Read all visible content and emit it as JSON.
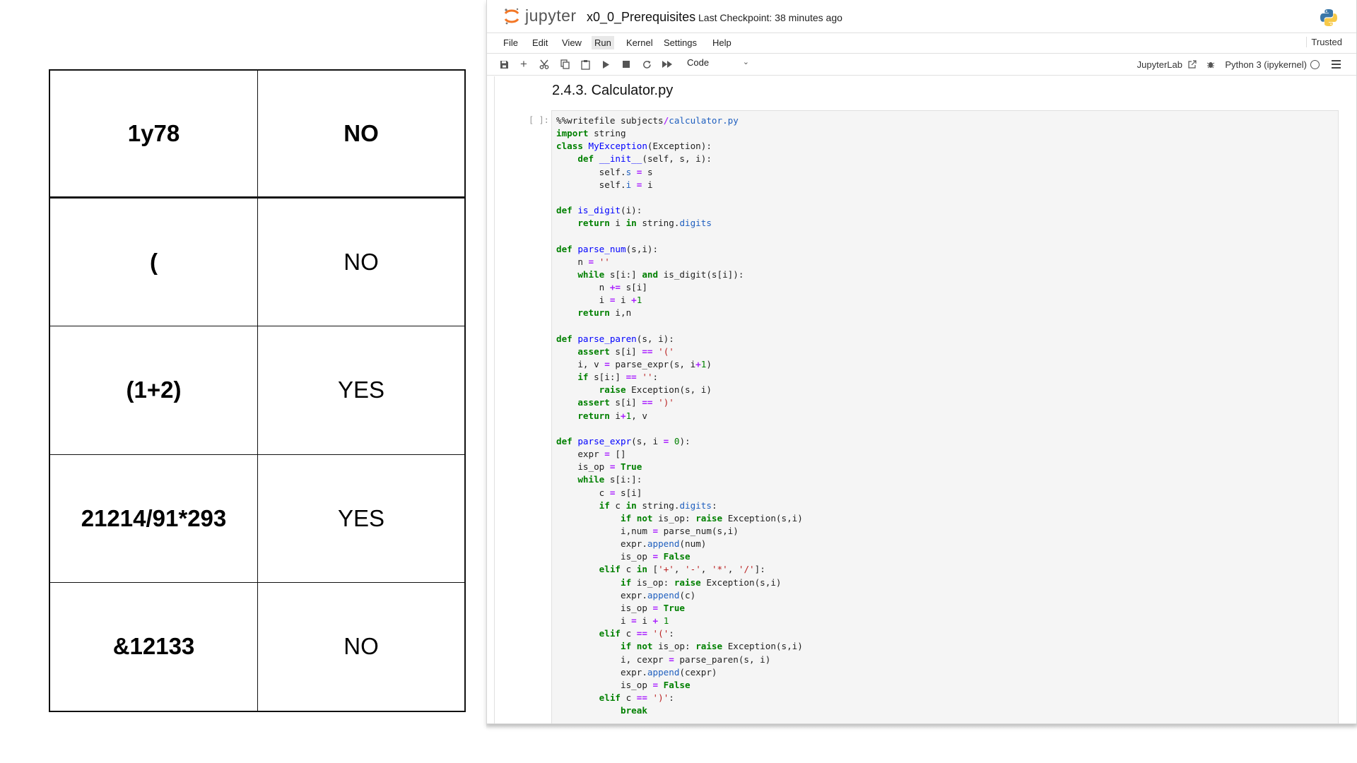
{
  "table": {
    "rows": [
      {
        "input": "1y78",
        "result": "NO"
      },
      {
        "input": "(",
        "result": "NO"
      },
      {
        "input": "(1+2)",
        "result": "YES"
      },
      {
        "input": "21214/91*293",
        "result": "YES"
      },
      {
        "input": "&12133",
        "result": "NO"
      }
    ]
  },
  "jupyter": {
    "logo_text": "jupyter",
    "notebook_title": "x0_0_Prerequisites",
    "checkpoint": "Last Checkpoint: 38 minutes ago",
    "menu": [
      "File",
      "Edit",
      "View",
      "Run",
      "Kernel",
      "Settings",
      "Help"
    ],
    "active_menu": "Run",
    "trusted": "Trusted",
    "toolbar": {
      "cell_type": "Code",
      "jupyterlab": "JupyterLab",
      "kernel": "Python 3 (ipykernel)"
    },
    "section_heading": "2.4.3. Calculator.py",
    "cell_prompt": "[ ]:",
    "code_lines": [
      "%%writefile subjects/calculator.py",
      "import string",
      "class MyException(Exception):",
      "    def __init__(self, s, i):",
      "        self.s = s",
      "        self.i = i",
      "",
      "def is_digit(i):",
      "    return i in string.digits",
      "",
      "def parse_num(s,i):",
      "    n = ''",
      "    while s[i:] and is_digit(s[i]):",
      "        n += s[i]",
      "        i = i +1",
      "    return i,n",
      "",
      "def parse_paren(s, i):",
      "    assert s[i] == '('",
      "    i, v = parse_expr(s, i+1)",
      "    if s[i:] == '':",
      "        raise Exception(s, i)",
      "    assert s[i] == ')'",
      "    return i+1, v",
      "",
      "def parse_expr(s, i = 0):",
      "    expr = []",
      "    is_op = True",
      "    while s[i:]:",
      "        c = s[i]",
      "        if c in string.digits:",
      "            if not is_op: raise Exception(s,i)",
      "            i,num = parse_num(s,i)",
      "            expr.append(num)",
      "            is_op = False",
      "        elif c in ['+', '-', '*', '/']:",
      "            if is_op: raise Exception(s,i)",
      "            expr.append(c)",
      "            is_op = True",
      "            i = i + 1",
      "        elif c == '(':",
      "            if not is_op: raise Exception(s,i)",
      "            i, cexpr = parse_paren(s, i)",
      "            expr.append(cexpr)",
      "            is_op = False",
      "        elif c == ')':",
      "            break"
    ]
  }
}
